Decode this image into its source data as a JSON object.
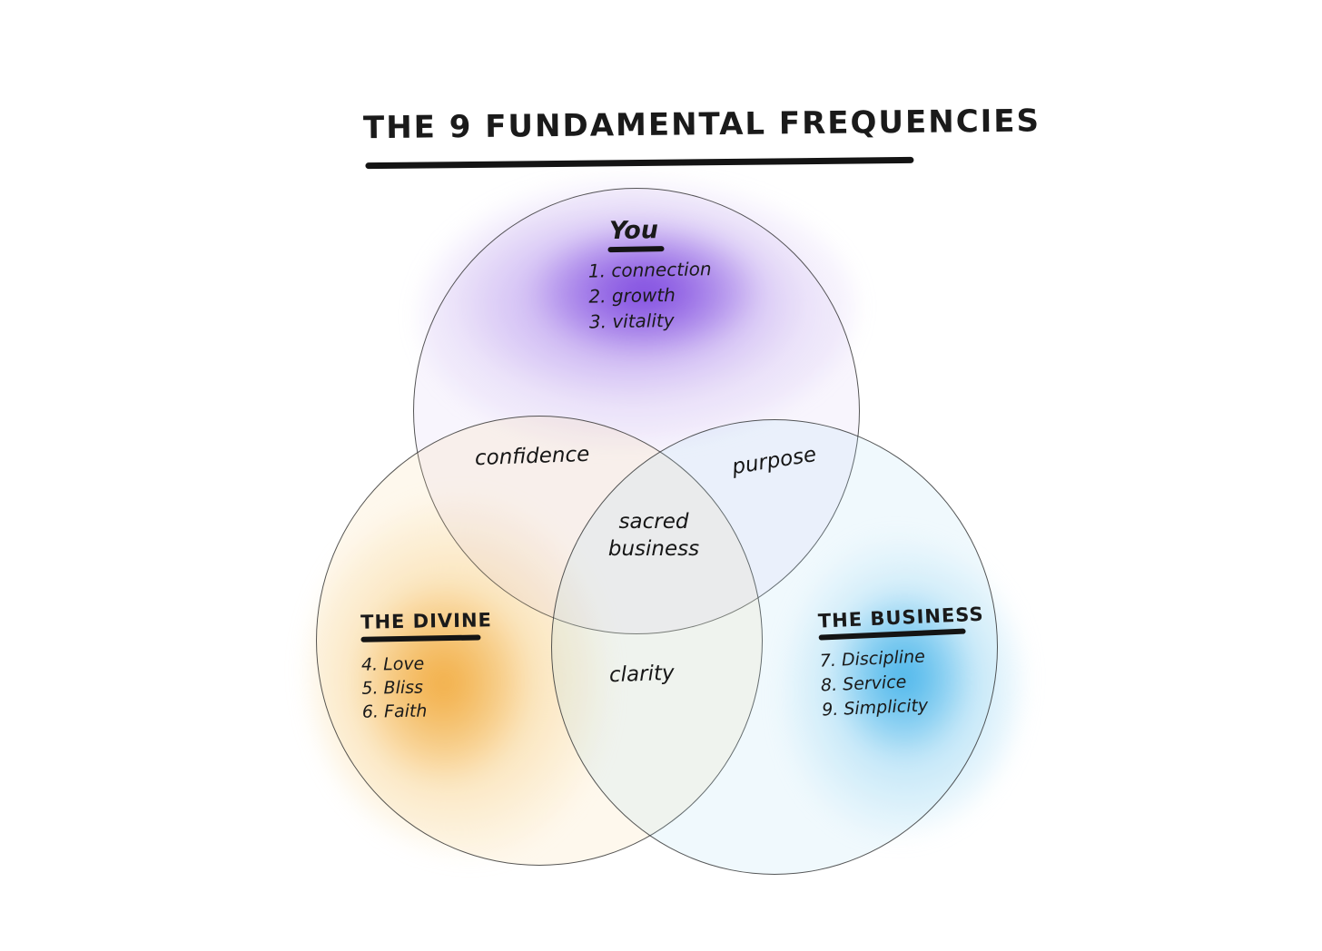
{
  "title": "THE 9 FUNDAMENTAL FREQUENCIES",
  "circles": {
    "you": {
      "label": "You",
      "items": [
        "1. connection",
        "2. growth",
        "3. vitality"
      ],
      "color": "#6e32dc"
    },
    "divine": {
      "label": "THE DIVINE",
      "items": [
        "4. Love",
        "5. Bliss",
        "6. Faith"
      ],
      "color": "#f0a330"
    },
    "business": {
      "label": "THE BUSINESS",
      "items": [
        "7. Discipline",
        "8. Service",
        "9. Simplicity"
      ],
      "color": "#2daae8"
    }
  },
  "intersections": {
    "you_divine": "confidence",
    "you_business": "purpose",
    "divine_business": "clarity",
    "center": "sacred business"
  }
}
